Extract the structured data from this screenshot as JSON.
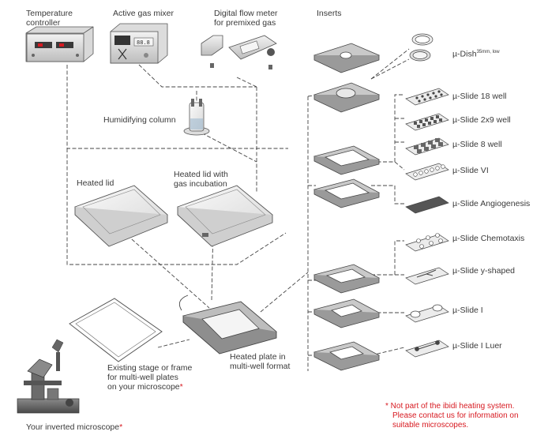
{
  "labels": {
    "temperature_controller_1": "Temperature",
    "temperature_controller_2": "controller",
    "active_gas_mixer": "Active gas mixer",
    "digital_flow_meter_1": "Digital flow meter",
    "digital_flow_meter_2": "for premixed gas",
    "inserts": "Inserts",
    "humidifying_column": "Humidifying column",
    "heated_lid": "Heated lid",
    "heated_lid_gas_1": "Heated lid with",
    "heated_lid_gas_2": "gas incubation",
    "heated_plate_1": "Heated plate in",
    "heated_plate_2": "multi-well format",
    "existing_stage_1": "Existing stage or frame",
    "existing_stage_2": "for multi-well plates",
    "existing_stage_3": "on your microscope",
    "asterisk": "*",
    "your_microscope": "Your inverted microscope",
    "note_1": "* Not part of the ibidi heating system.",
    "note_2": "Please contact us for information on",
    "note_3": "suitable microscopes."
  },
  "inserts": [
    {
      "name": "µ-Dish",
      "suffix": "35mm, low"
    },
    {
      "name": "µ-Slide 18 well"
    },
    {
      "name": "µ-Slide 2x9 well"
    },
    {
      "name": "µ-Slide 8 well"
    },
    {
      "name": "µ-Slide VI"
    },
    {
      "name": "µ-Slide Angiogenesis"
    },
    {
      "name": "µ-Slide Chemotaxis"
    },
    {
      "name": "µ-Slide y-shaped"
    },
    {
      "name": "µ-Slide I"
    },
    {
      "name": "µ-Slide I Luer"
    }
  ],
  "colors": {
    "text": "#3a3a3a",
    "accent_red": "#d71a21",
    "line": "#444444",
    "device_fill": "#e6e6e6",
    "device_stroke": "#555555"
  }
}
